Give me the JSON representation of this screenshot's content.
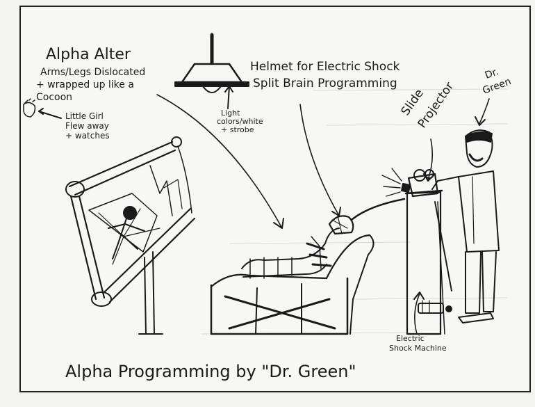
{
  "labels": {
    "alpha_alter_title": "Alpha Alter",
    "alpha_alter_line1": "Arms/Legs Dislocated",
    "alpha_alter_line2": "+ wrapped up like a",
    "alpha_alter_line3": "Cocoon",
    "little_girl_line1": "Little Girl",
    "little_girl_line2": "Flew away",
    "little_girl_line3": "+ watches",
    "helmet_line1": "Helmet for Electric Shock",
    "helmet_line2": "Split Brain Programming",
    "light_line1": "Light",
    "light_line2": "colors/white",
    "light_line3": "+ strobe",
    "slide_projector_line1": "Slide",
    "slide_projector_line2": "Projector",
    "dr_green_line1": "Dr.",
    "dr_green_line2": "Green",
    "shock_machine_line1": "Electric",
    "shock_machine_line2": "Shock Machine",
    "caption": "Alpha Programming by \"Dr. Green\""
  },
  "colors": {
    "ink": "#1a1a1a",
    "paper": "#f7f7f5"
  }
}
